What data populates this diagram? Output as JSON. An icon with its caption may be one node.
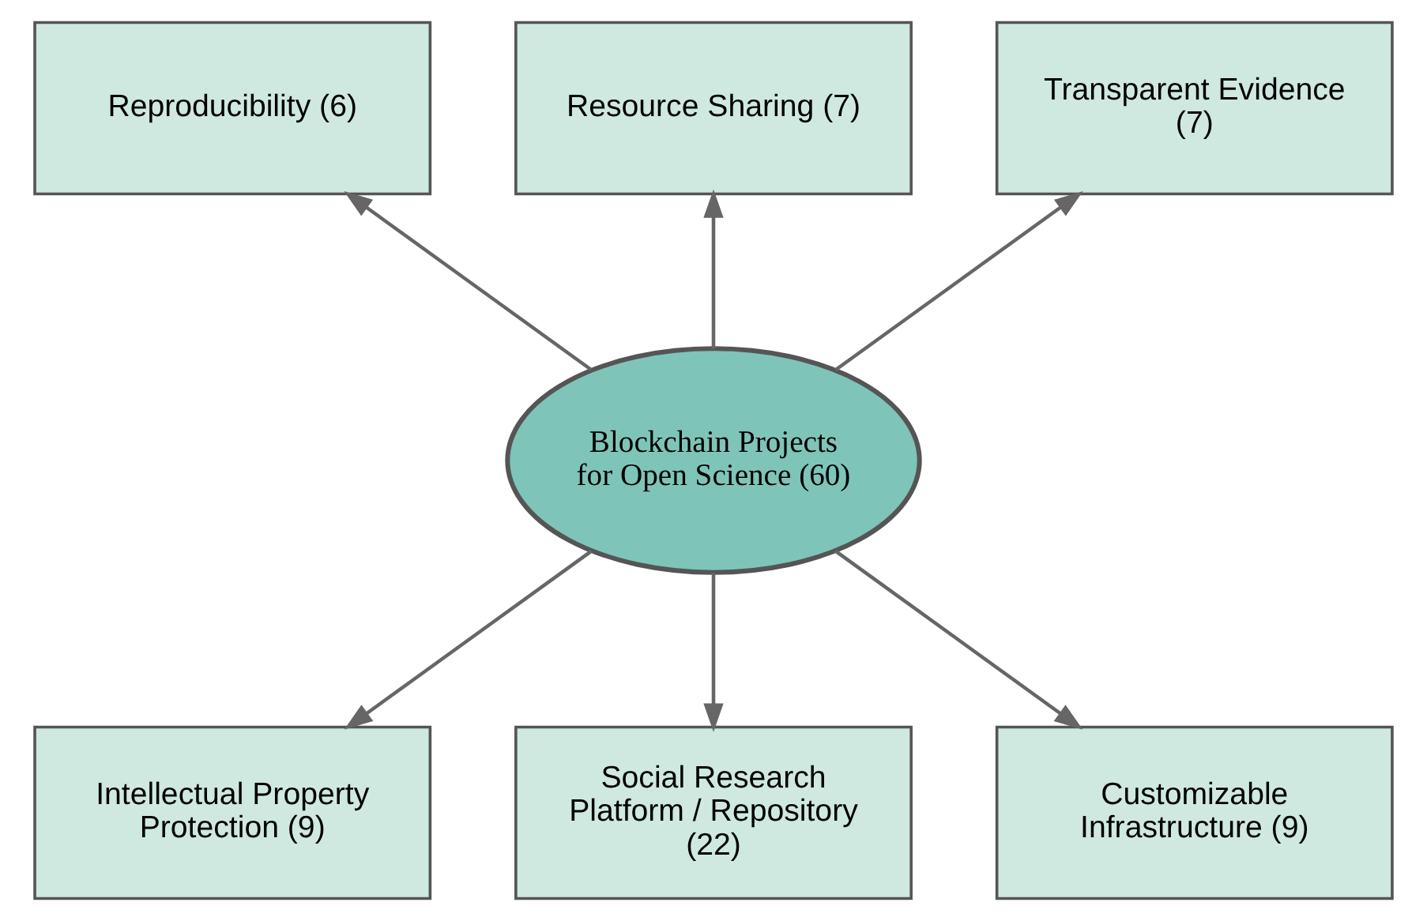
{
  "diagram": {
    "nodes": [
      {
        "text": [
          "Blockchain Projects for Open Science (60)"
        ]
      },
      {
        "text": [
          "Reproducibility (6)"
        ]
      },
      {
        "text": [
          "Resource Sharing (7)"
        ]
      },
      {
        "text": [
          "Transparent Evidence (7)"
        ]
      },
      {
        "text": [
          "Intellectual Property Protection (9)"
        ]
      },
      {
        "text": [
          "Social Research Platform / Repository (22)"
        ]
      },
      {
        "text": [
          "Customizable Infrastructure (9)"
        ]
      }
    ],
    "edges": [
      {
        "from": 0,
        "to": 1,
        "arrow": "to"
      },
      {
        "from": 0,
        "to": 2,
        "arrow": "to"
      },
      {
        "from": 0,
        "to": 3,
        "arrow": "to"
      },
      {
        "from": 0,
        "to": 4,
        "arrow": "to"
      },
      {
        "from": 0,
        "to": 5,
        "arrow": "to"
      },
      {
        "from": 0,
        "to": 6,
        "arrow": "to"
      }
    ]
  }
}
